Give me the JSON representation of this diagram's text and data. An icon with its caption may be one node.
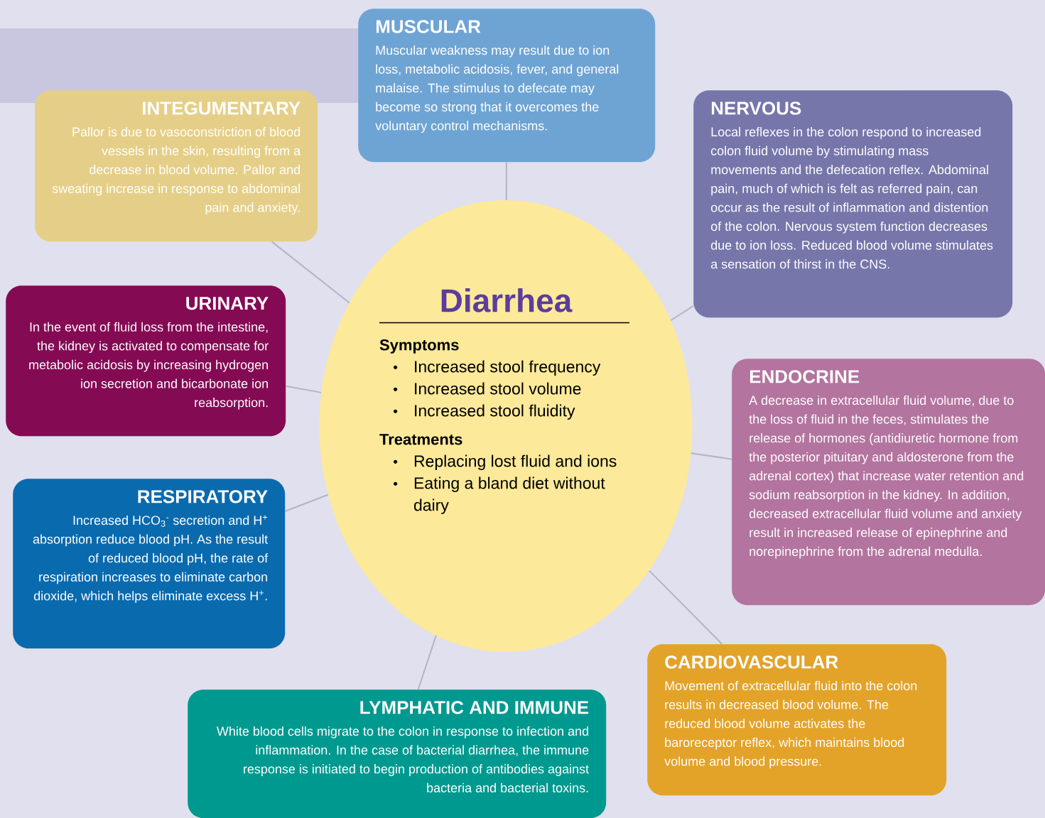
{
  "diagram": {
    "nodes": [
      {
        "text": [
          "Diarrhea",
          "Symptoms",
          "Increased stool frequency",
          "Increased stool volume",
          "Increased stool fluidity",
          "Treatments",
          "Replacing lost fluid and ions",
          "Eating a bland diet without dairy"
        ]
      },
      {
        "text": [
          "MUSCULAR",
          "Muscular weakness may result due to ion loss, metabolic acidosis, fever, and general malaise. The stimulus to defecate may become so strong that it overcomes the voluntary control mechanisms."
        ]
      },
      {
        "text": [
          "NERVOUS",
          "Local reflexes in the colon respond to increased colon fluid volume by stimulating mass movements and the defecation reflex. Abdominal pain, much of which is felt as referred pain, can occur as the result of inflammation and distention of the colon. Nervous system function decreases due to ion loss. Reduced blood volume stimulates a sensation of thirst in the CNS."
        ]
      },
      {
        "text": [
          "ENDOCRINE",
          "A decrease in extracellular fluid volume, due to the loss of fluid in the feces, stimulates the release of hormones (antidiuretic hormone from the posterior pituitary and aldosterone from the adrenal cortex) that increase water retention and sodium reabsorption in the kidney. In addition, decreased extracellular fluid volume and anxiety result in increased release of epinephrine and norepinephrine from the adrenal medulla."
        ]
      },
      {
        "text": [
          "CARDIOVASCULAR",
          "Movement of extracellular fluid into the colon results in decreased blood volume. The reduced blood volume activates the baroreceptor reflex, which maintains blood volume and blood pressure."
        ]
      },
      {
        "text": [
          "LYMPHATIC AND IMMUNE",
          "White blood cells migrate to the colon in response to infection and inflammation. In the case of bacterial diarrhea, the immune response is initiated to begin production of antibodies against bacteria and bacterial toxins."
        ]
      },
      {
        "text": [
          "RESPIRATORY",
          "Increased HCO$_{3}$$^{-}$ secretion and H$^{+}$ absorption reduce blood pH. As the result of reduced blood pH, the rate of respiration increases to eliminate carbon dioxide, which helps eliminate excess H$^{+}$."
        ]
      },
      {
        "text": [
          "URINARY",
          "In the event of fluid loss from the intestine, the kidney is activated to compensate for metabolic acidosis by increasing hydrogen ion secretion and bicarbonate ion reabsorption."
        ]
      },
      {
        "text": [
          "INTEGUMENTARY",
          "Pallor is due to vasoconstriction of blood vessels in the skin, resulting from a decrease in blood volume. Pallor and sweating increase in response to abdominal pain and anxiety."
        ]
      }
    ],
    "edges": [
      {
        "from": 0,
        "to": 1,
        "arrow": "none"
      },
      {
        "from": 0,
        "to": 2,
        "arrow": "none"
      },
      {
        "from": 0,
        "to": 3,
        "arrow": "none"
      },
      {
        "from": 0,
        "to": 4,
        "arrow": "none"
      },
      {
        "from": 0,
        "to": 5,
        "arrow": "none"
      },
      {
        "from": 0,
        "to": 6,
        "arrow": "none"
      },
      {
        "from": 0,
        "to": 7,
        "arrow": "none"
      },
      {
        "from": 0,
        "to": 8,
        "arrow": "none"
      }
    ]
  }
}
